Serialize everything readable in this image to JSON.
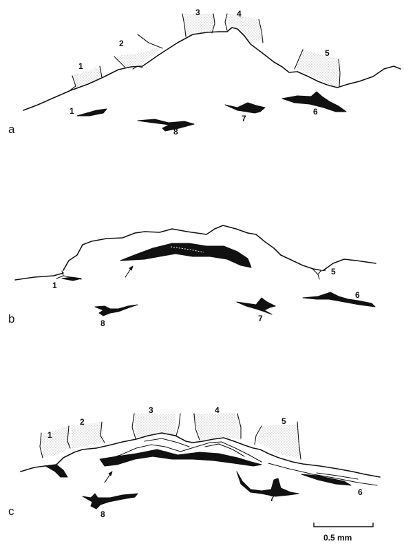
{
  "panels": {
    "a": {
      "label": "a",
      "numbers": [
        "1",
        "2",
        "3",
        "4",
        "5",
        "1",
        "8",
        "7",
        "6"
      ]
    },
    "b": {
      "label": "b",
      "numbers": [
        "1",
        "5",
        "8",
        "7",
        "6"
      ]
    },
    "c": {
      "label": "c",
      "numbers": [
        "1",
        "2",
        "3",
        "4",
        "5",
        "8",
        "7",
        "6"
      ]
    }
  },
  "scale_bar": {
    "label": "0.5 mm"
  },
  "colors": {
    "ink": "#111111",
    "background": "#ffffff"
  }
}
